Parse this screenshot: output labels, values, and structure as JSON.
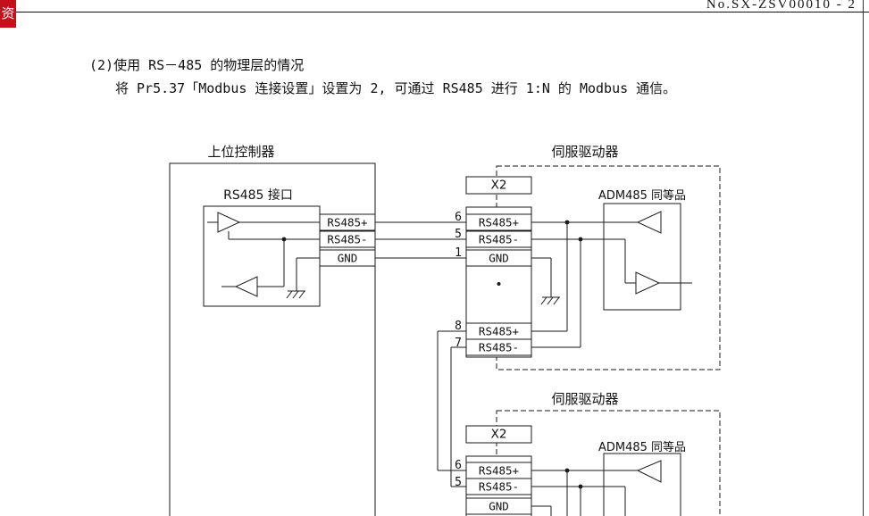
{
  "page": {
    "doc_number": "No.SX-ZSV00010 - 2",
    "section_tab": "资",
    "heading_line1": "(2)使用 RS－485 的物理层的情况",
    "heading_line2": "将 Pr5.37「Modbus 连接设置」设置为 2, 可通过 RS485 进行 1:N 的 Modbus 通信。"
  },
  "colors": {
    "tab_red": "#c3101c",
    "line_black": "#1a1a1a"
  },
  "diagram": {
    "host": {
      "title": "上位控制器",
      "interface_label": "RS485 接口",
      "signals": [
        "RS485+",
        "RS485-",
        "GND"
      ]
    },
    "driver1": {
      "title": "伺服驱动器",
      "connector_label": "X2",
      "chip_label": "ADM485 同等品",
      "pins_top": [
        {
          "no": "6",
          "label": "RS485+"
        },
        {
          "no": "5",
          "label": "RS485-"
        },
        {
          "no": "1",
          "label": "GND"
        }
      ],
      "pins_bottom": [
        {
          "no": "8",
          "label": "RS485+"
        },
        {
          "no": "7",
          "label": "RS485-"
        }
      ]
    },
    "driver2": {
      "title": "伺服驱动器",
      "connector_label": "X2",
      "chip_label": "ADM485 同等品",
      "pins_top": [
        {
          "no": "6",
          "label": "RS485+"
        },
        {
          "no": "5",
          "label": "RS485-"
        },
        {
          "no": "",
          "label": "GND"
        }
      ]
    }
  }
}
